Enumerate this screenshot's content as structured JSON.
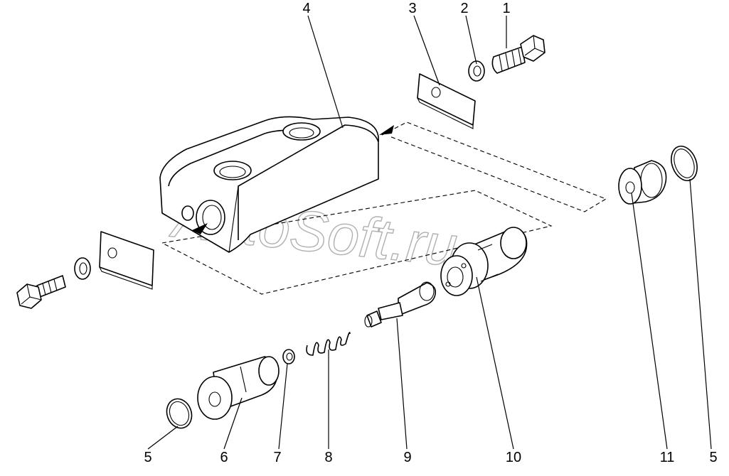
{
  "watermark": "AutoSoft.ru",
  "callouts": {
    "c1": "1",
    "c2": "2",
    "c3": "3",
    "c4": "4",
    "c5a": "5",
    "c6": "6",
    "c7": "7",
    "c8": "8",
    "c9": "9",
    "c10": "10",
    "c11": "11",
    "c5b": "5"
  },
  "parts": [
    {
      "callout": "1",
      "icon": "hex-bolt-icon"
    },
    {
      "callout": "2",
      "icon": "lock-washer-icon"
    },
    {
      "callout": "3",
      "icon": "plate-icon"
    },
    {
      "callout": "4",
      "icon": "valve-body-icon"
    },
    {
      "callout": "5",
      "icon": "o-ring-icon"
    },
    {
      "callout": "6",
      "icon": "plunger-sleeve-icon"
    },
    {
      "callout": "7",
      "icon": "small-washer-icon"
    },
    {
      "callout": "8",
      "icon": "spring-icon"
    },
    {
      "callout": "9",
      "icon": "valve-stem-icon"
    },
    {
      "callout": "10",
      "icon": "bushing-icon"
    },
    {
      "callout": "11",
      "icon": "plug-icon"
    }
  ]
}
